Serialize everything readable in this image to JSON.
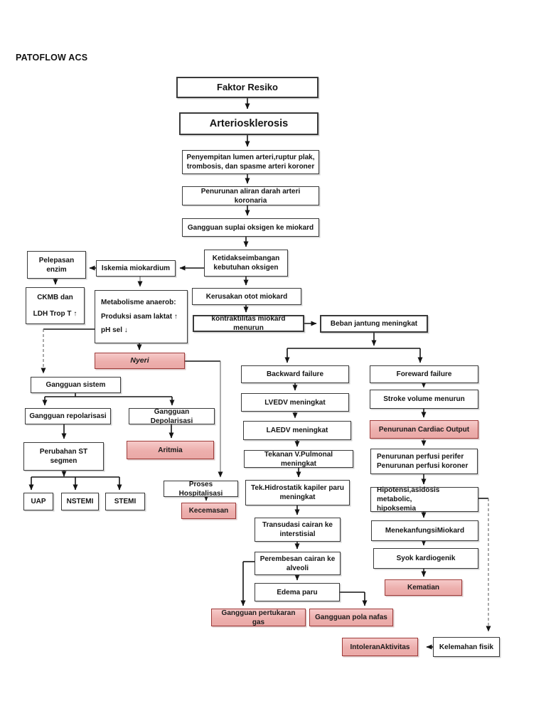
{
  "page": {
    "title": "PATOFLOW ACS"
  },
  "colors": {
    "box_border": "#3a3a3a",
    "highlight_fill": "#EFB4B2",
    "highlight_border": "#9E3B39"
  },
  "nodes": {
    "faktor_resiko": "Faktor Resiko",
    "arteriosklerosis": "Arteriosklerosis",
    "penyempitan": "Penyempitan lumen arteri,ruptur plak,\ntrombosis, dan spasme arteri koroner",
    "penurunan_aliran": "Penurunan aliran darah arteri koronaria",
    "gangguan_suplai": "Gangguan suplai oksigen ke miokard",
    "ketidakseimbangan": "Ketidakseimbangan\nkebutuhan oksigen",
    "iskemia": "Iskemia miokardium",
    "pelepasan_enzim": "Pelepasan\nenzim",
    "ckmb": "CKMB dan\nLDH Trop T ↑",
    "metabolisme": "Metabolisme anaerob:\nProduksi asam laktat ↑\npH sel ↓",
    "kerusakan_otot": "Kerusakan otot miokard",
    "kontraktilitas": "kontraktilitas miokard menurun",
    "beban_jantung": "Beban jantung meningkat",
    "nyeri": "Nyeri",
    "gangguan_sistem": "Gangguan sistem",
    "gangguan_repolarisasi": "Gangguan repolarisasi",
    "gangguan_depolarisasi": "Gangguan Depolarisasi",
    "perubahan_st": "Perubahan ST\nsegmen",
    "aritmia": "Aritmia",
    "uap": "UAP",
    "nstemi": "NSTEMI",
    "stemi": "STEMI",
    "proses_hospitalisasi": "Proses Hospitalisasi",
    "kecemasan": "Kecemasan",
    "backward_failure": "Backward failure",
    "foreward_failure": "Foreward failure",
    "lvedv": "LVEDV meningkat",
    "stroke_volume": "Stroke volume menurun",
    "laedv": "LAEDV meningkat",
    "penurunan_cardiac_output": "Penurunan Cardiac Output",
    "tekanan_vpulmonal": "Tekanan V.Pulmonal meningkat",
    "penurunan_perfusi": "Penurunan perfusi perifer\nPenurunan perfusi koroner",
    "tek_hidrostatik": "Tek.Hidrostatik kapiler paru\nmeningkat",
    "hipotensi": "Hipotensi,asidosis metabolic,\nhipoksemia",
    "transudasi": "Transudasi cairan ke\ninterstisial",
    "menekan_fungsi": "MenekanfungsiMiokard",
    "perembesan": "Perembesan cairan ke\nalveoli",
    "syok_kardiogenik": "Syok kardiogenik",
    "edema_paru": "Edema paru",
    "kematian": "Kematian",
    "gangguan_pertukaran_gas": "Gangguan pertukaran gas",
    "gangguan_pola_nafas": "Gangguan pola nafas",
    "intoleran_aktivitas": "IntoleranAktivitas",
    "kelemahan_fisik": "Kelemahan fisik"
  }
}
